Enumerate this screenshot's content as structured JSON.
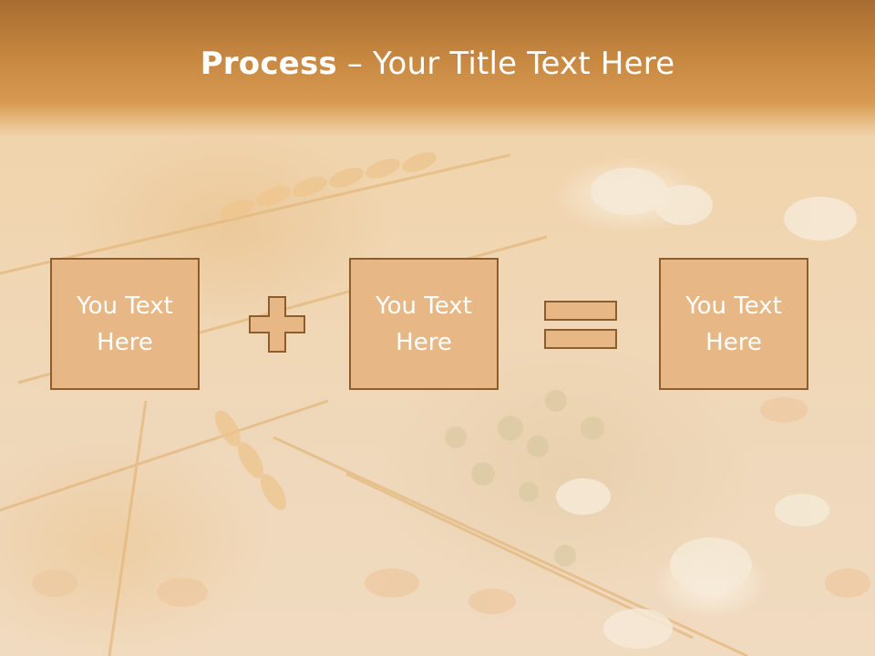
{
  "slide": {
    "title_bold": "Process",
    "title_rest": " – Your Title Text Here",
    "boxes": [
      {
        "text": "You Text\nHere"
      },
      {
        "text": "You Text\nHere"
      },
      {
        "text": "You Text\nHere"
      }
    ],
    "operators": [
      "plus-icon",
      "equals-icon"
    ],
    "colors": {
      "header": "#c88942",
      "box_fill": "#e7b886",
      "box_border": "#8d5d2c",
      "text": "#ffffff"
    }
  }
}
